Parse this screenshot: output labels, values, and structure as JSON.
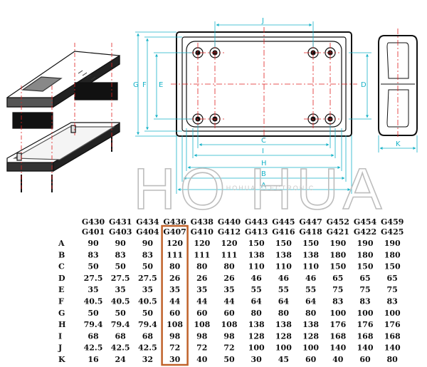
{
  "watermark": "HO HUA",
  "watermark_small": "HOHUA ELECTRONIC",
  "dimension_letters": {
    "top": "J",
    "left_outer": "G",
    "left_mid": "F",
    "left_inner": "E",
    "right_inner": "D",
    "bottom_c": "C",
    "bottom_i": "I",
    "bottom_h": "H",
    "bottom_b": "B",
    "bottom_a": "A",
    "side_k": "K"
  },
  "table": {
    "highlight_column": 3,
    "columns": [
      {
        "top": "G430",
        "bottom": "G401"
      },
      {
        "top": "G431",
        "bottom": "G403"
      },
      {
        "top": "G434",
        "bottom": "G404"
      },
      {
        "top": "G436",
        "bottom": "G407"
      },
      {
        "top": "G438",
        "bottom": "G410"
      },
      {
        "top": "G440",
        "bottom": "G412"
      },
      {
        "top": "G443",
        "bottom": "G413"
      },
      {
        "top": "G445",
        "bottom": "G416"
      },
      {
        "top": "G447",
        "bottom": "G418"
      },
      {
        "top": "G452",
        "bottom": "G421"
      },
      {
        "top": "G454",
        "bottom": "G422"
      },
      {
        "top": "G459",
        "bottom": "G425"
      }
    ],
    "rows": [
      {
        "label": "A",
        "values": [
          "90",
          "90",
          "90",
          "120",
          "120",
          "120",
          "150",
          "150",
          "150",
          "190",
          "190",
          "190"
        ]
      },
      {
        "label": "B",
        "values": [
          "83",
          "83",
          "83",
          "111",
          "111",
          "111",
          "138",
          "138",
          "138",
          "180",
          "180",
          "180"
        ]
      },
      {
        "label": "C",
        "values": [
          "50",
          "50",
          "50",
          "80",
          "80",
          "80",
          "110",
          "110",
          "110",
          "150",
          "150",
          "150"
        ]
      },
      {
        "label": "D",
        "values": [
          "27.5",
          "27.5",
          "27.5",
          "26",
          "26",
          "26",
          "46",
          "46",
          "46",
          "65",
          "65",
          "65"
        ]
      },
      {
        "label": "E",
        "values": [
          "35",
          "35",
          "35",
          "35",
          "35",
          "35",
          "55",
          "55",
          "55",
          "75",
          "75",
          "75"
        ]
      },
      {
        "label": "F",
        "values": [
          "40.5",
          "40.5",
          "40.5",
          "44",
          "44",
          "44",
          "64",
          "64",
          "64",
          "83",
          "83",
          "83"
        ]
      },
      {
        "label": "G",
        "values": [
          "50",
          "50",
          "50",
          "60",
          "60",
          "60",
          "80",
          "80",
          "80",
          "100",
          "100",
          "100"
        ]
      },
      {
        "label": "H",
        "values": [
          "79.4",
          "79.4",
          "79.4",
          "108",
          "108",
          "108",
          "138",
          "138",
          "138",
          "176",
          "176",
          "176"
        ]
      },
      {
        "label": "I",
        "values": [
          "68",
          "68",
          "68",
          "98",
          "98",
          "98",
          "128",
          "128",
          "128",
          "168",
          "168",
          "168"
        ]
      },
      {
        "label": "J",
        "values": [
          "42.5",
          "42.5",
          "42.5",
          "72",
          "72",
          "72",
          "100",
          "100",
          "100",
          "140",
          "140",
          "140"
        ]
      },
      {
        "label": "K",
        "values": [
          "16",
          "24",
          "32",
          "30",
          "40",
          "50",
          "30",
          "45",
          "60",
          "40",
          "60",
          "80"
        ]
      }
    ]
  },
  "colors": {
    "dimension": "#19b3c8",
    "centerline": "#e02020",
    "highlight": "#c0622a",
    "outline": "#111111"
  }
}
